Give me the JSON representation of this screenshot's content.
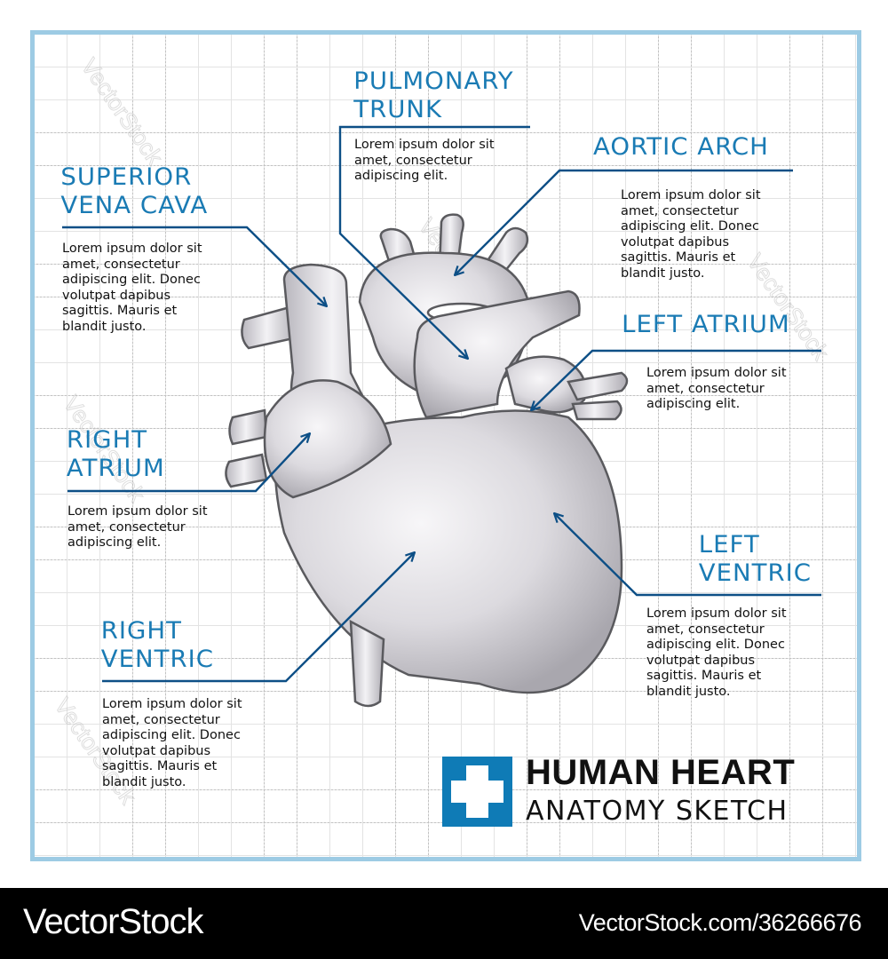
{
  "colors": {
    "heading": "#1a7bb4",
    "leader_line": "#0d4f86",
    "frame_border": "#9dcbe4",
    "grid": "#c2c2c2",
    "logo_bg": "#0f7bb6",
    "body_text": "#111111",
    "heart_fill": "#d9d7dc",
    "heart_stroke": "#5a5a5e",
    "footer_bg": "#000000"
  },
  "labels": {
    "pulmonary_trunk": {
      "title": "PULMONARY\nTRUNK",
      "text": "Lorem ipsum dolor sit\namet, consectetur\nadipiscing elit."
    },
    "aortic_arch": {
      "title": "AORTIC ARCH",
      "text": "Lorem ipsum dolor sit\namet, consectetur\nadipiscing elit. Donec\nvolutpat dapibus\nsagittis. Mauris et\nblandit justo."
    },
    "superior_vena_cava": {
      "title": "SUPERIOR\nVENA CAVA",
      "text": "Lorem ipsum dolor sit\namet, consectetur\nadipiscing elit. Donec\nvolutpat dapibus\nsagittis. Mauris et\nblandit justo."
    },
    "left_atrium": {
      "title": "LEFT ATRIUM",
      "text": "Lorem ipsum dolor sit\namet, consectetur\nadipiscing elit."
    },
    "right_atrium": {
      "title": "RIGHT\nATRIUM",
      "text": "Lorem ipsum dolor sit\namet, consectetur\nadipiscing elit."
    },
    "left_ventric": {
      "title": "LEFT\nVENTRIC",
      "text": "Lorem ipsum dolor sit\namet, consectetur\nadipiscing elit. Donec\nvolutpat dapibus\nsagittis. Mauris et\nblandit justo."
    },
    "right_ventric": {
      "title": "RIGHT\nVENTRIC",
      "text": "Lorem ipsum dolor sit\namet, consectetur\nadipiscing elit. Donec\nvolutpat dapibus\nsagittis. Mauris et\nblandit justo."
    }
  },
  "brand": {
    "icon": "medical-cross-icon",
    "title": "HUMAN HEART",
    "subtitle": "ANATOMY SKETCH"
  },
  "footer": {
    "brand": "VectorStock",
    "url": "VectorStock.com/36266676"
  },
  "watermark": {
    "text": "VectorStock"
  }
}
